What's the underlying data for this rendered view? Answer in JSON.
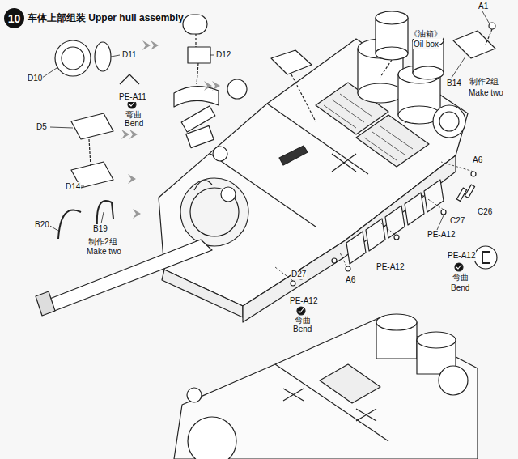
{
  "diagram": {
    "title": "车体上部组装 Upper hull assembly",
    "nodes": [
      {
        "text": [
          "10"
        ]
      }
    ],
    "labels": [
      "D11",
      "D10",
      "PE-A11",
      "弯曲",
      "Bend",
      "D12",
      "D5",
      "D14",
      "B20",
      "B19",
      "制作2组",
      "Make two",
      "《油箱》",
      "Oil box",
      "A1",
      "B14",
      "制作2组",
      "Make two",
      "A6",
      "C26",
      "C27",
      "PE-A12",
      "PE-A12",
      "弯曲",
      "Bend",
      "PE-A12",
      "A6",
      "D27",
      "PE-A12",
      "弯曲",
      "Bend"
    ]
  }
}
